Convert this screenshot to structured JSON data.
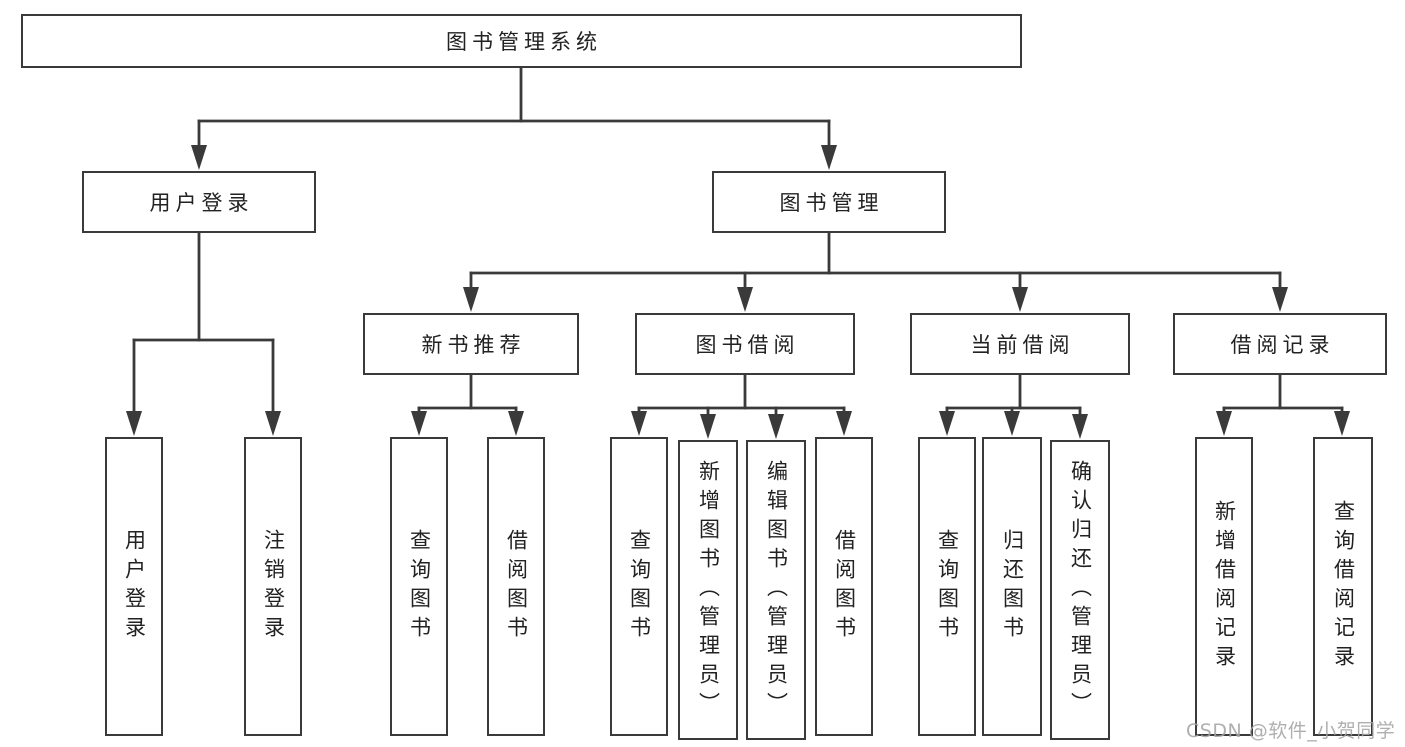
{
  "tree": {
    "label": "图书管理系统",
    "children": [
      {
        "label": "用户登录",
        "children": [
          {
            "label": "用户登录"
          },
          {
            "label": "注销登录"
          }
        ]
      },
      {
        "label": "图书管理",
        "children": [
          {
            "label": "新书推荐",
            "children": [
              {
                "label": "查询图书"
              },
              {
                "label": "借阅图书"
              }
            ]
          },
          {
            "label": "图书借阅",
            "children": [
              {
                "label": "查询图书"
              },
              {
                "label": "新增图书（管理员）"
              },
              {
                "label": "编辑图书（管理员）"
              },
              {
                "label": "借阅图书"
              }
            ]
          },
          {
            "label": "当前借阅",
            "children": [
              {
                "label": "查询图书"
              },
              {
                "label": "归还图书"
              },
              {
                "label": "确认归还（管理员）"
              }
            ]
          },
          {
            "label": "借阅记录",
            "children": [
              {
                "label": "新增借阅记录"
              },
              {
                "label": "查询借阅记录"
              }
            ]
          }
        ]
      }
    ]
  },
  "watermark": {
    "text": "CSDN @软件_小贺同学"
  },
  "colors": {
    "line": "#3a3a3a",
    "text": "#222222",
    "background": "#ffffff",
    "watermark": "#a4a4a4"
  }
}
